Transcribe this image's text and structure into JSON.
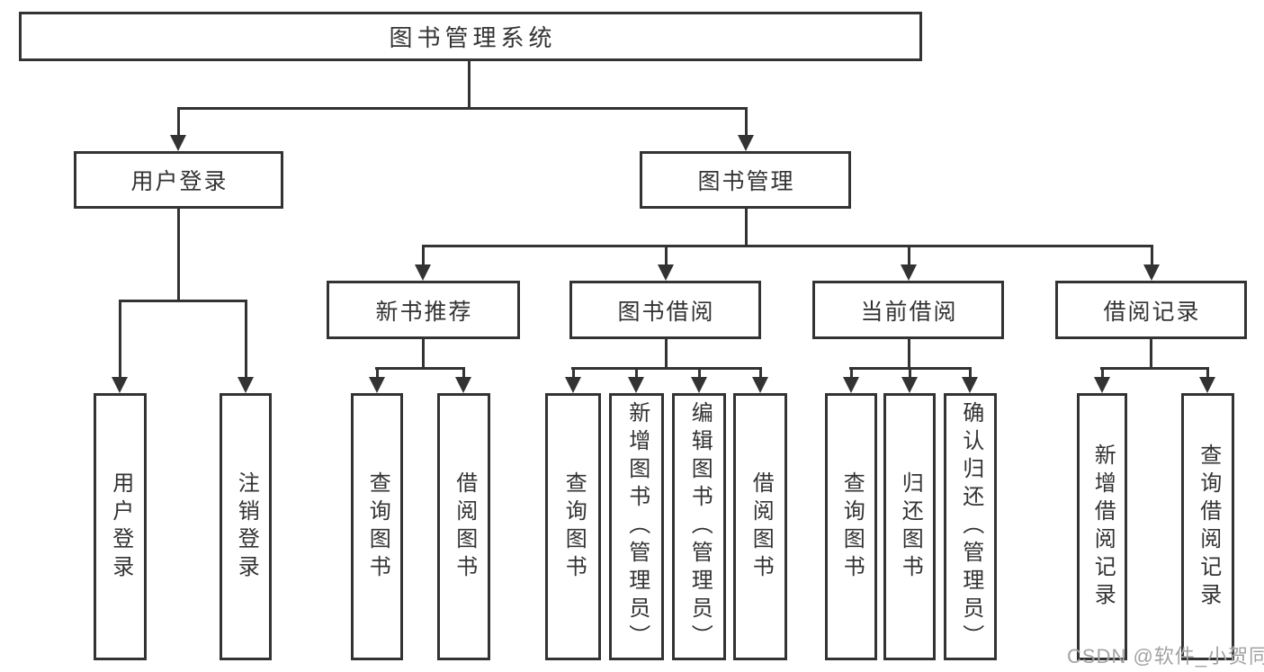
{
  "tree": {
    "root": {
      "label": "图书管理系统",
      "children": [
        {
          "label": "用户登录",
          "children": [
            {
              "label": "用户登录"
            },
            {
              "label": "注销登录"
            }
          ]
        },
        {
          "label": "图书管理",
          "children": [
            {
              "label": "新书推荐",
              "children": [
                {
                  "label": "查询图书"
                },
                {
                  "label": "借阅图书"
                }
              ]
            },
            {
              "label": "图书借阅",
              "children": [
                {
                  "label": "查询图书"
                },
                {
                  "label": "新增图书（管理员）"
                },
                {
                  "label": "编辑图书（管理员）"
                },
                {
                  "label": "借阅图书"
                }
              ]
            },
            {
              "label": "当前借阅",
              "children": [
                {
                  "label": "查询图书"
                },
                {
                  "label": "归还图书"
                },
                {
                  "label": "确认归还（管理员）"
                }
              ]
            },
            {
              "label": "借阅记录",
              "children": [
                {
                  "label": "新增借阅记录"
                },
                {
                  "label": "查询借阅记录"
                }
              ]
            }
          ]
        }
      ]
    }
  },
  "watermark": {
    "text": "CSDN @软件_小贺同学"
  },
  "colors": {
    "line": "#333333",
    "text": "#333333",
    "box_background": "#ffffff",
    "page_background": "#ffffff",
    "watermark": "#a3a3a3"
  }
}
